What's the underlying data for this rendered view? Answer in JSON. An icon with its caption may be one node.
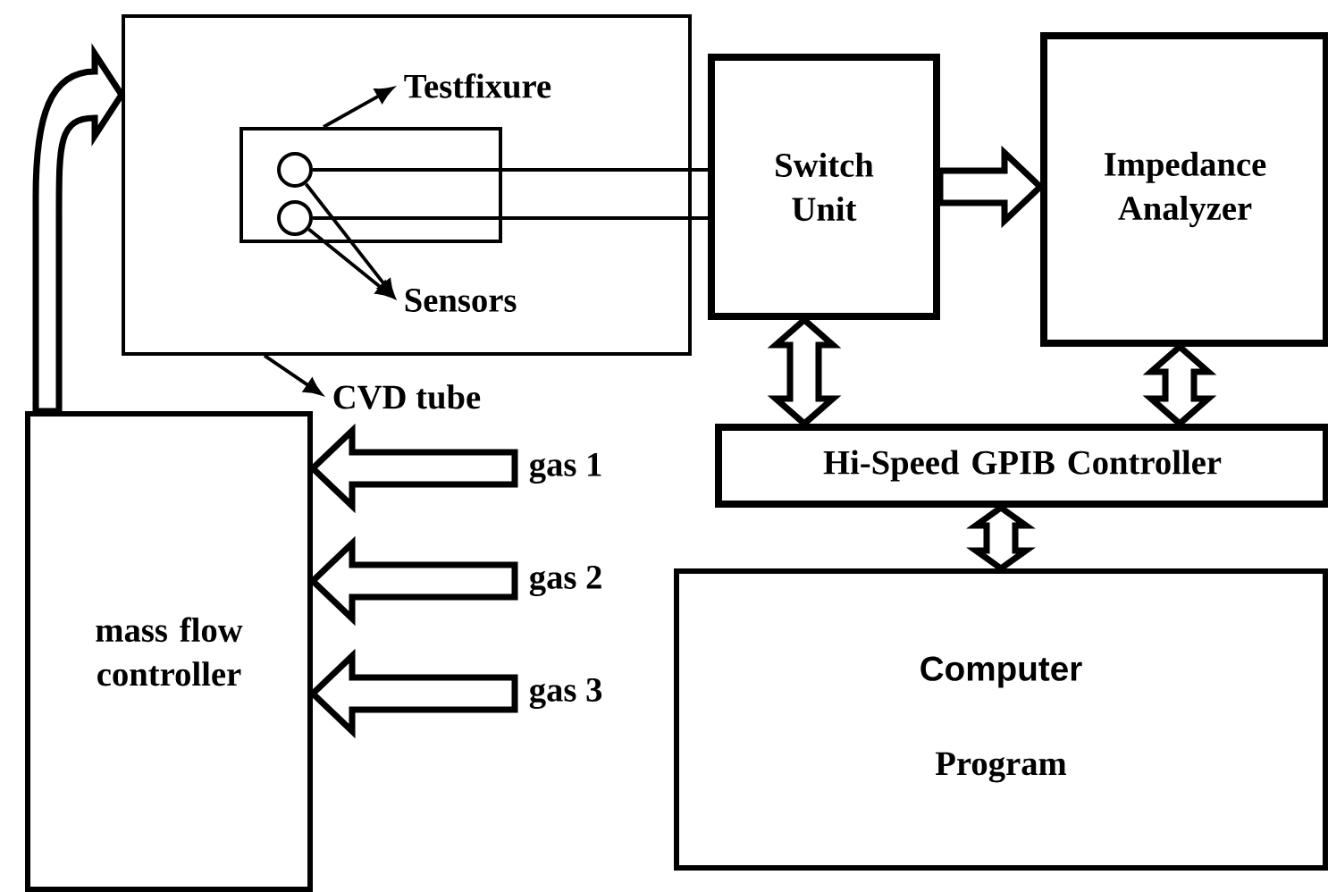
{
  "diagram": {
    "nodes": [
      {
        "text": [],
        "shape": "box"
      },
      {
        "text": [],
        "shape": "box",
        "in": 0
      },
      {
        "text": [],
        "shape": "circle",
        "in": 1
      },
      {
        "text": [],
        "shape": "circle",
        "in": 1
      },
      {
        "text": [
          "Testfixure"
        ],
        "in": 0
      },
      {
        "text": [
          "Sensors"
        ],
        "in": 0
      },
      {
        "text": [
          "CVD tube"
        ]
      },
      {
        "text": [
          "Switch Unit"
        ]
      },
      {
        "text": [
          "Impedance Analyzer"
        ]
      },
      {
        "text": [
          "Hi-Speed GPIB Controller"
        ]
      },
      {
        "text": [
          "Computer",
          "Program"
        ]
      },
      {
        "text": [
          "mass flow controller"
        ]
      },
      {
        "text": [
          "gas 1"
        ]
      },
      {
        "text": [
          "gas 2"
        ]
      },
      {
        "text": [
          "gas 3"
        ]
      }
    ],
    "edges": [
      {
        "from": 1,
        "to": 4,
        "arrow": "to"
      },
      {
        "from": 2,
        "to": 5,
        "arrow": "to"
      },
      {
        "from": 3,
        "to": 5,
        "arrow": "to"
      },
      {
        "from": 0,
        "to": 6,
        "arrow": "to"
      },
      {
        "from": 2,
        "to": 7,
        "arrow": "none"
      },
      {
        "from": 3,
        "to": 7,
        "arrow": "none"
      },
      {
        "from": 7,
        "to": 8,
        "arrow": "to"
      },
      {
        "from": 7,
        "to": 9,
        "arrow": "both"
      },
      {
        "from": 8,
        "to": 9,
        "arrow": "both"
      },
      {
        "from": 9,
        "to": 10,
        "arrow": "both"
      },
      {
        "from": 11,
        "to": 0,
        "arrow": "to"
      },
      {
        "from": 12,
        "to": 11,
        "arrow": "to"
      },
      {
        "from": 13,
        "to": 11,
        "arrow": "to"
      },
      {
        "from": 14,
        "to": 11,
        "arrow": "to"
      }
    ]
  }
}
